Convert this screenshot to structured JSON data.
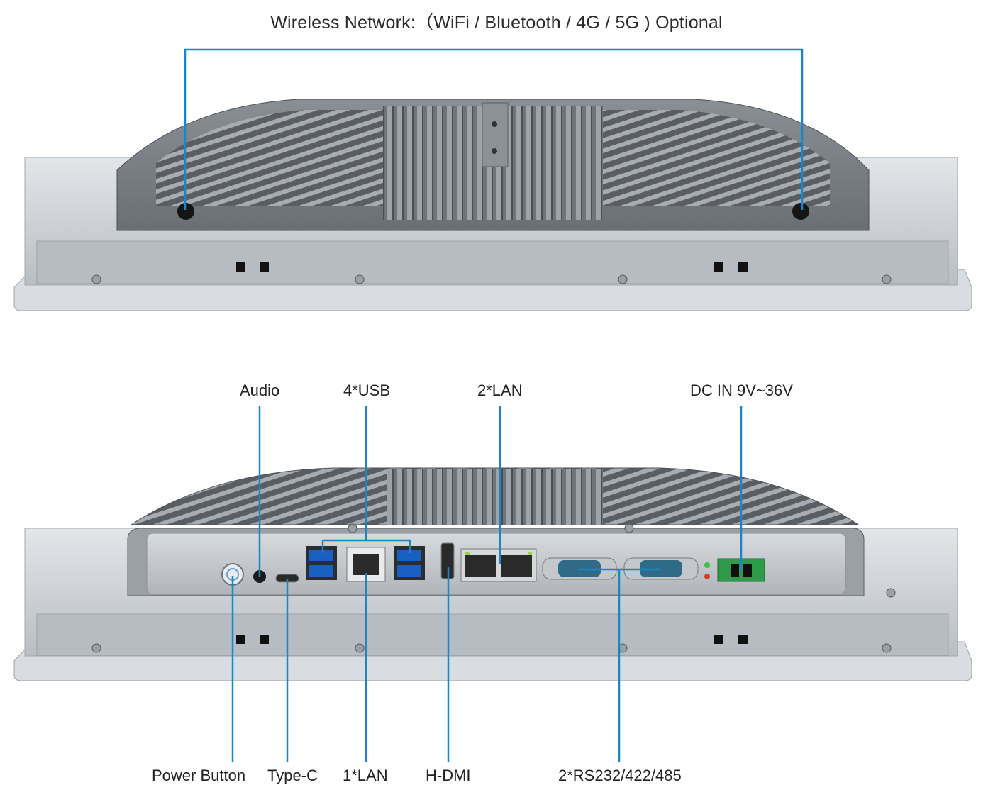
{
  "header": {
    "title": "Wireless Network:（WiFi / Bluetooth / 4G / 5G ) Optional"
  },
  "callouts_top": {
    "audio": "Audio",
    "usb": "4*USB",
    "lan2": "2*LAN",
    "dc_in": "DC IN 9V~36V"
  },
  "callouts_bottom": {
    "power_button": "Power Button",
    "type_c": "Type-C",
    "lan1": "1*LAN",
    "hdmi": "H-DMI",
    "serial": "2*RS232/422/485"
  },
  "colors": {
    "callout_line": "#1a86c8",
    "chassis": "#c9ced3",
    "heatsink": "#5d6166",
    "connector_green": "#2e9a4a"
  }
}
